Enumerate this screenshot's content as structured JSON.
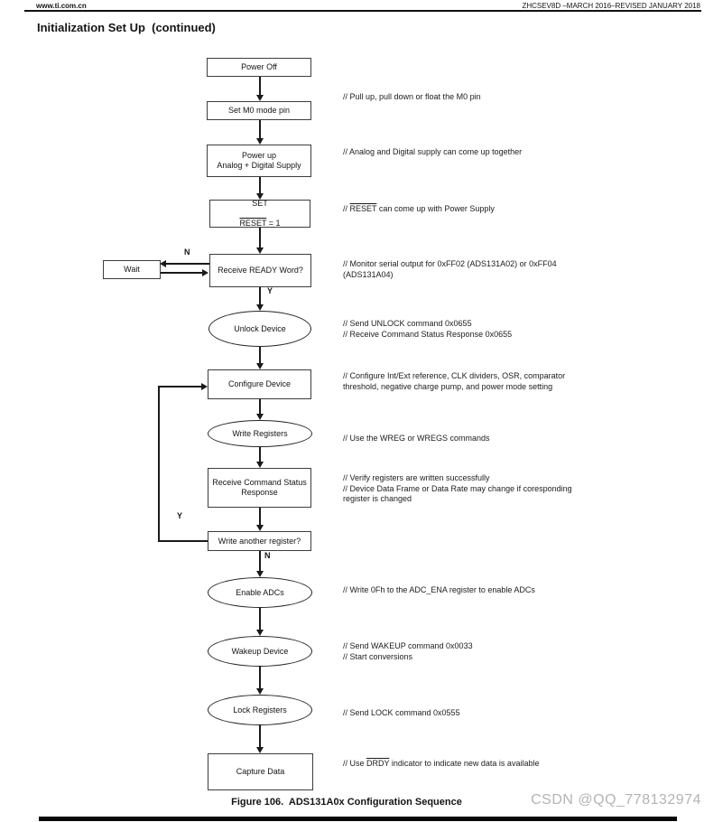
{
  "header": {
    "site": "www.ti.com.cn",
    "docinfo": "ZHCSEV8D –MARCH 2016–REVISED JANUARY 2018",
    "title": "Initialization Set Up  (continued)"
  },
  "nodes": {
    "power_off": "Power Off",
    "set_m0": "Set M0 mode pin",
    "power_up": "Power up\nAnalog + Digital Supply",
    "set_line1": "SET",
    "reset_word": "RESET",
    "reset_rest": " = 1",
    "wait": "Wait",
    "receive_ready": "Receive READY Word?",
    "unlock": "Unlock Device",
    "configure": "Configure Device",
    "write_registers": "Write Registers",
    "receive_status": "Receive Command Status\nResponse",
    "write_another": "Write another register?",
    "enable_adcs": "Enable ADCs",
    "wakeup": "Wakeup Device",
    "lock_registers": "Lock Registers",
    "capture": "Capture Data"
  },
  "branch_labels": {
    "wait_n": "N",
    "ready_y": "Y",
    "loop_y": "Y",
    "next_n": "N"
  },
  "comments": {
    "m0": "// Pull up, pull down or float the M0 pin",
    "supply": "// Analog and Digital supply can come up together",
    "reset": {
      "pre": "// ",
      "word": "RESET",
      "post": " can come up with Power Supply"
    },
    "ready": "// Monitor serial output for 0xFF02 (ADS131A02) or 0xFF04\n(ADS131A04)",
    "unlock": "// Send UNLOCK command 0x0655\n// Receive Command Status Response 0x0655",
    "configure": "// Configure Int/Ext reference, CLK dividers, OSR, comparator\nthreshold, negative charge pump, and power mode setting",
    "wreg": "// Use the WREG or WREGS commands",
    "verify": "// Verify registers are written successfully\n// Device Data Frame or Data Rate may change if coresponding\nregister is changed",
    "adc_ena": "// Write 0Fh to the ADC_ENA register to enable ADCs",
    "wakeup": "// Send WAKEUP command 0x0033\n// Start conversions",
    "lock": "// Send LOCK command 0x0555",
    "drdy": {
      "pre": "// Use ",
      "word": "DRDY",
      "post": " indicator to indicate new data is available"
    }
  },
  "caption": "Figure 106.  ADS131A0x Configuration Sequence",
  "watermark": "CSDN @QQ_778132974",
  "colors": {
    "line": "#1a1a1a",
    "watermark": "#b4b4b4"
  }
}
